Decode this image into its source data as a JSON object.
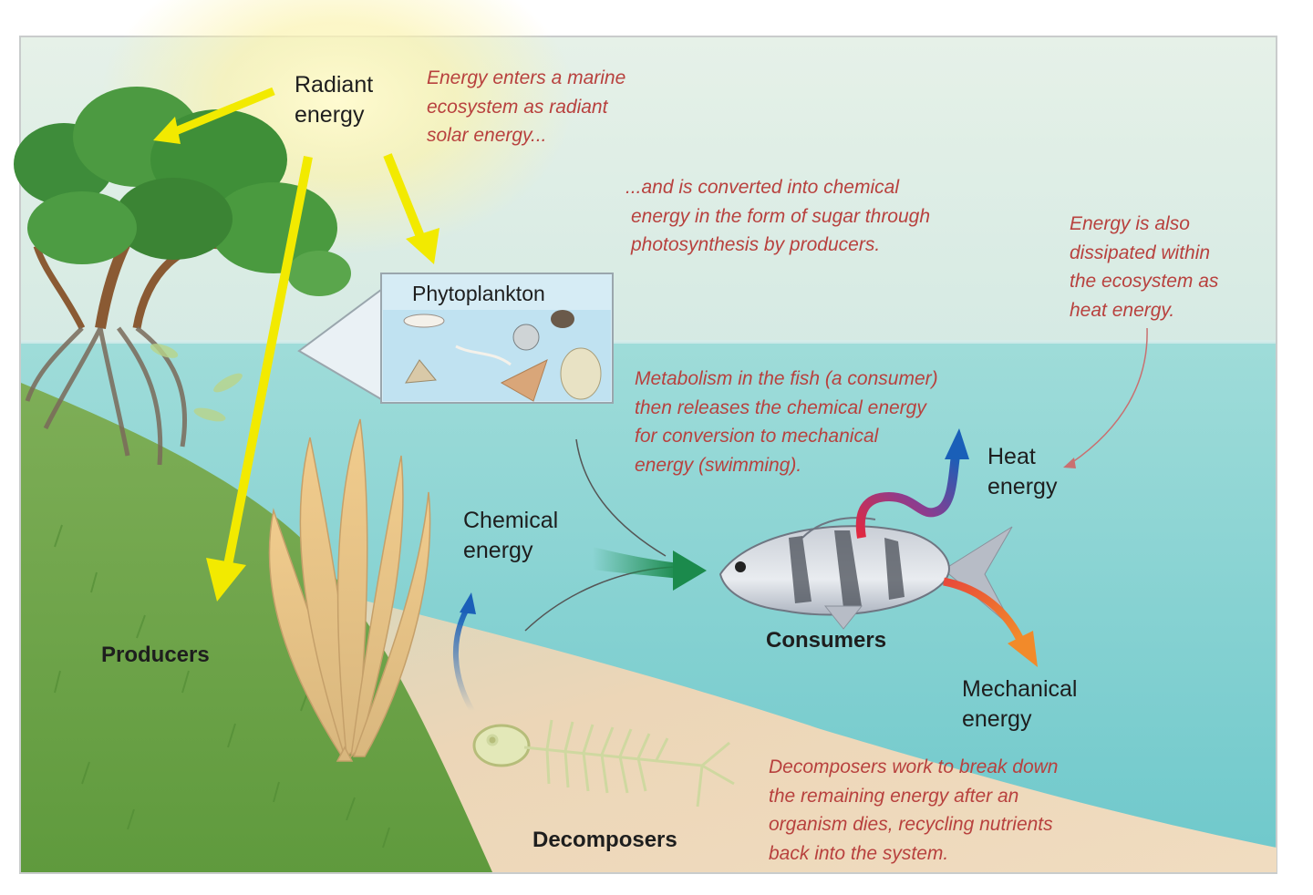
{
  "labels": {
    "radiant": [
      "Radiant",
      "energy"
    ],
    "phytoplankton": "Phytoplankton",
    "chemical": [
      "Chemical",
      "energy"
    ],
    "heat": [
      "Heat",
      "energy"
    ],
    "mechanical": [
      "Mechanical",
      "energy"
    ],
    "producers": "Producers",
    "consumers": "Consumers",
    "decomposers": "Decomposers"
  },
  "notes": {
    "radiant": [
      "Energy enters a marine",
      "ecosystem as radiant",
      "solar energy..."
    ],
    "chemical": [
      "...and is converted into chemical",
      "energy in the form of sugar through",
      "photosynthesis by producers."
    ],
    "heat": [
      "Energy is also",
      "dissipated within",
      "the ecosystem as",
      "heat energy."
    ],
    "metabolism": [
      "Metabolism in the fish (a consumer)",
      "then releases the chemical energy",
      "for conversion to mechanical",
      "energy (swimming)."
    ],
    "decomposers": [
      "Decomposers work to break down",
      "the remaining energy after an",
      "organism dies, recycling nutrients",
      "back into the system."
    ]
  },
  "colors": {
    "sunlight_arrow": "#f2ea00",
    "chemical_arrow": "#1b8a4c",
    "heat_arrow_start": "#e3283f",
    "heat_arrow_end": "#1a5fb8",
    "mechanical_arrow": "#f07a22",
    "annotation_text": "#b8413e",
    "water": "#7ecfd0",
    "grass": "#6fa645",
    "sand": "#e9d2b2"
  }
}
